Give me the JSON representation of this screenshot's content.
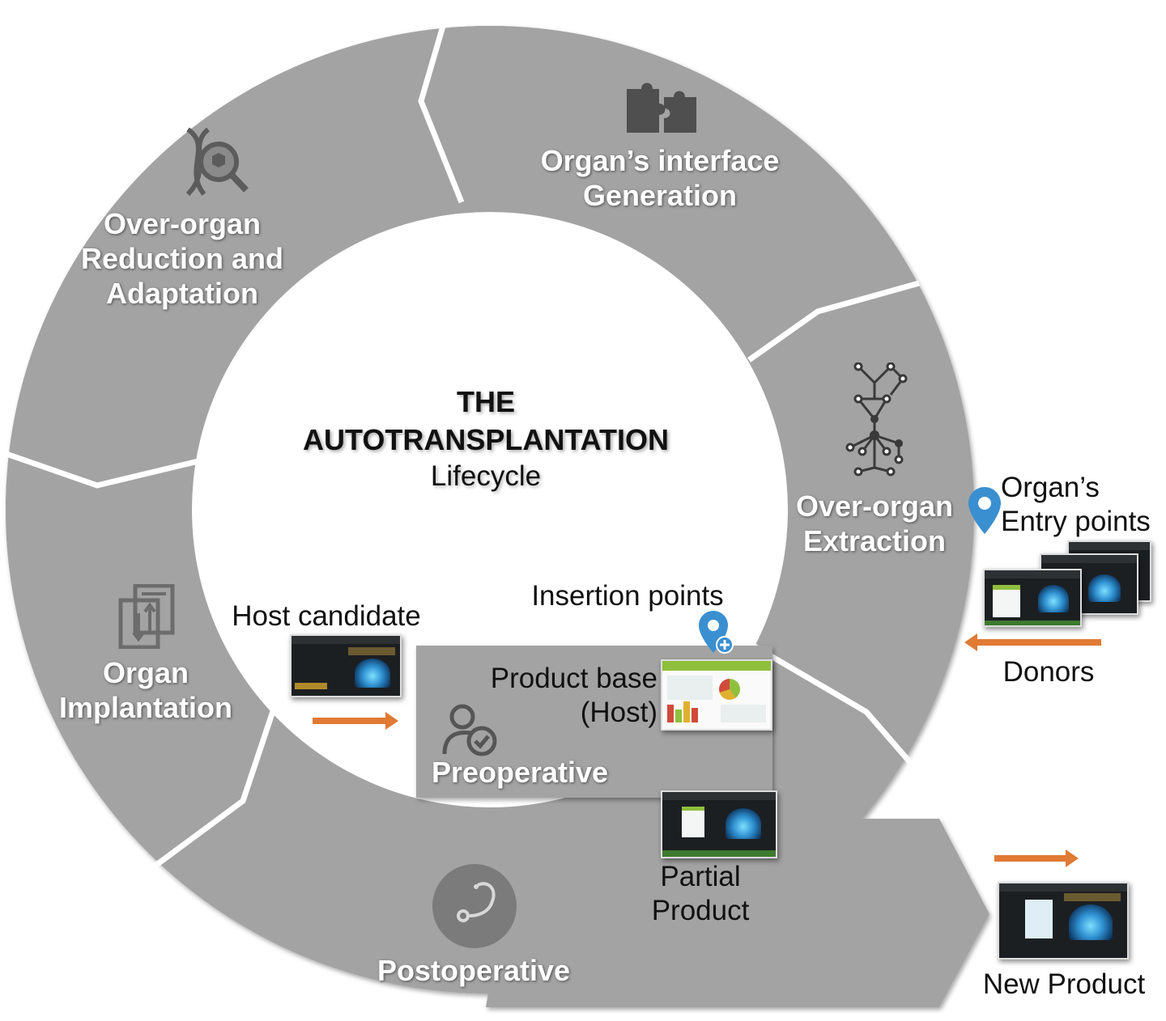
{
  "center": {
    "title_line1": "THE",
    "title_line2": "AUTOTRANSPLANTATION",
    "subtitle": "Lifecycle"
  },
  "segments": {
    "reduction": {
      "line1": "Over-organ",
      "line2": "Reduction and",
      "line3": "Adaptation",
      "icon": "dna-magnifier-icon"
    },
    "interface": {
      "line1": "Organ’s interface",
      "line2": "Generation",
      "icon": "puzzle-piece-icon"
    },
    "extraction": {
      "line1": "Over-organ",
      "line2": "Extraction",
      "icon": "tree-network-icon"
    },
    "implantation": {
      "line1": "Organ",
      "line2": "Implantation",
      "icon": "document-transfer-icon"
    },
    "postoperative": {
      "label": "Postoperative",
      "icon": "stethoscope-icon"
    },
    "preoperative": {
      "label": "Preoperative",
      "icon": "user-check-icon"
    }
  },
  "annotations": {
    "entry_points_1": "Organ’s",
    "entry_points_2": "Entry points",
    "donors": "Donors",
    "insertion_points": "Insertion points",
    "host_candidate": "Host candidate",
    "product_base_1": "Product base",
    "product_base_2": "(Host)",
    "partial_1": "Partial",
    "partial_2": "Product",
    "new_product": "New Product"
  },
  "colors": {
    "ring": "#a3a3a3",
    "ring_edge": "#8c8c8c",
    "accent_arrow": "#e07a35",
    "pin": "#3a8fd0"
  }
}
